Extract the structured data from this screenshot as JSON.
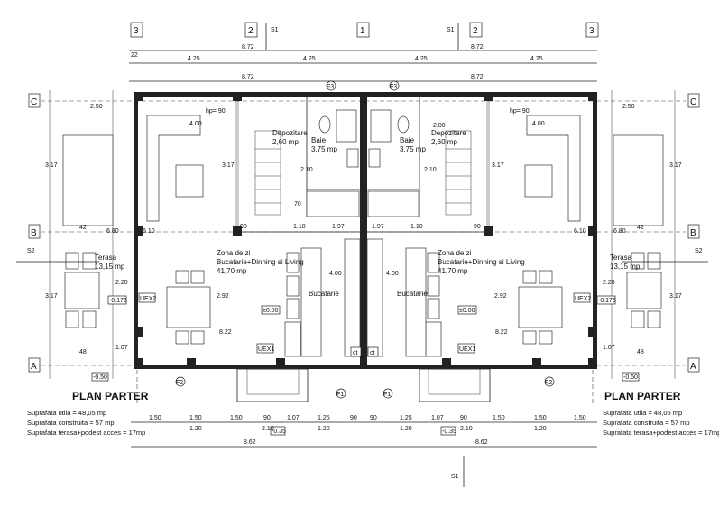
{
  "drawing": {
    "title": "PLAN PARTER",
    "notes": [
      "Suprafata utila = 48,05 mp",
      "Suprafata construita = 57 mp",
      "Suprafata terasa+podest acces = 17mp"
    ],
    "axes_vertical": [
      "3",
      "2",
      "1",
      "2",
      "3"
    ],
    "axes_horizontal": [
      "C",
      "B",
      "A"
    ],
    "sections": [
      "S1",
      "S2"
    ],
    "markers": [
      "F1",
      "F2",
      "F3"
    ],
    "rooms": {
      "depozitare": {
        "name": "Depozitare",
        "area": "2,60 mp"
      },
      "baie": {
        "name": "Baie",
        "area": "3,75 mp"
      },
      "zona_de_zi": {
        "name": "Zona de zi",
        "desc": "Bucatarie+Dinning si Living",
        "area": "41,70 mp"
      },
      "bucatarie": {
        "name": "Bucatarie"
      },
      "terasa": {
        "name": "Terasa",
        "area": "13,15 mp"
      }
    },
    "tags": {
      "uex1": "UEX1",
      "uex2": "UEX2",
      "ct": "ct",
      "level_0": "±0.00",
      "level_terrace": "-0.175",
      "level_ground": "-0.50",
      "level_step": "-0.35",
      "hp": "hp= 90"
    },
    "dims_top": [
      "8.72",
      "4.25",
      "4.25",
      "4.25",
      "4.25",
      "22"
    ],
    "dims_bottom": [
      "1.50",
      "1.50",
      "1.50",
      "90",
      "1.07",
      "1.25",
      "90",
      "1.20",
      "2.10",
      "1.20",
      "8.62"
    ],
    "dims_interior": [
      "4.00",
      "3.17",
      "6.10",
      "6.80",
      "2.50",
      "42",
      "48",
      "1.07",
      "2.20",
      "2.92",
      "8.22",
      "90",
      "1.10",
      "1.97",
      "2.00",
      "2.10",
      "70",
      "2.20"
    ]
  }
}
